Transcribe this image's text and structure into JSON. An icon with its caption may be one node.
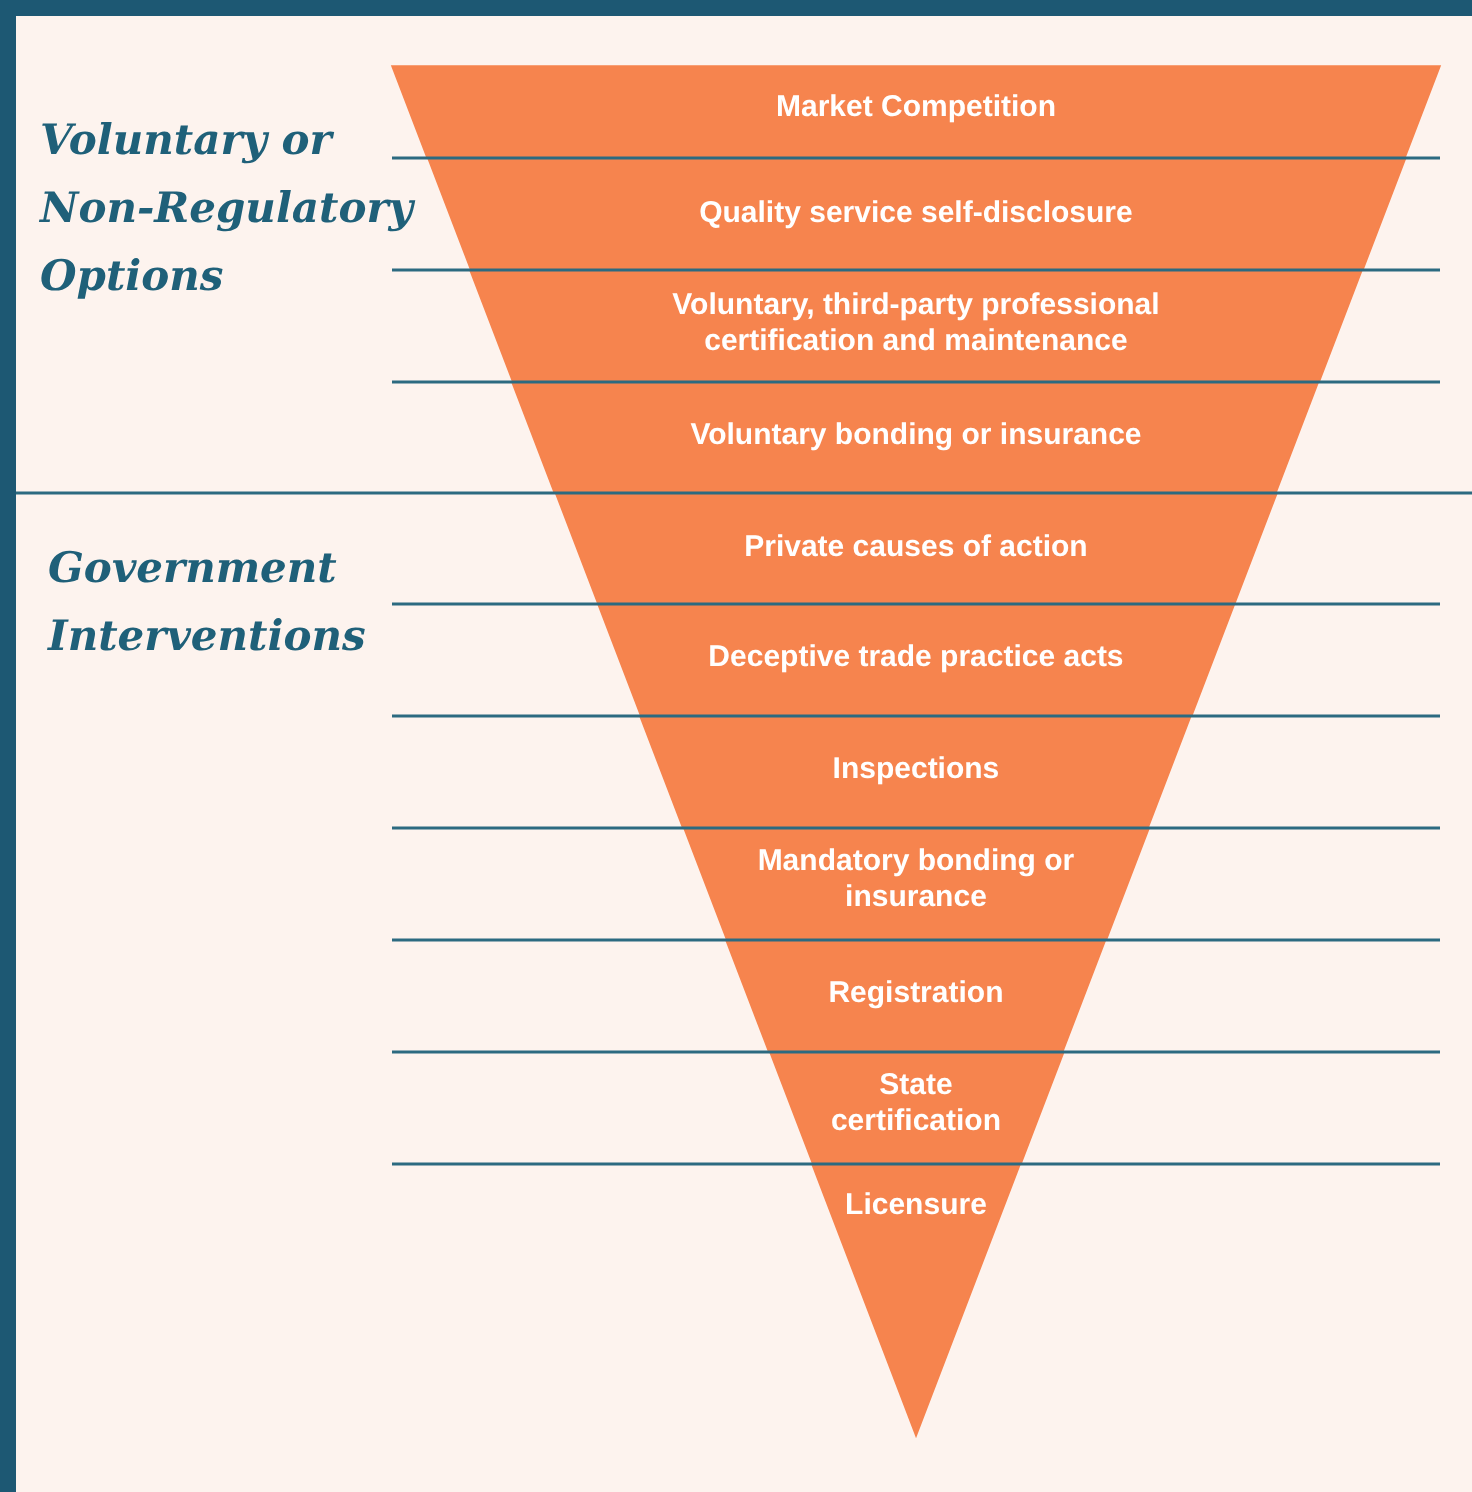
{
  "diagram": {
    "nodes": [
      {
        "text": [
          "Voluntary or Non-Regulatory Options"
        ]
      },
      {
        "text": [
          "Market Competition"
        ],
        "in": 0
      },
      {
        "text": [
          "Quality service self-disclosure"
        ],
        "in": 0
      },
      {
        "text": [
          "Voluntary, third-party professional certification and maintenance"
        ],
        "in": 0
      },
      {
        "text": [
          "Voluntary bonding or insurance"
        ],
        "in": 0
      },
      {
        "text": [
          "Government Interventions"
        ]
      },
      {
        "text": [
          "Private causes of action"
        ],
        "in": 5
      },
      {
        "text": [
          "Deceptive trade practice acts"
        ],
        "in": 5
      },
      {
        "text": [
          "Inspections"
        ],
        "in": 5
      },
      {
        "text": [
          "Mandatory bonding or insurance"
        ],
        "in": 5
      },
      {
        "text": [
          "Registration"
        ],
        "in": 5
      },
      {
        "text": [
          "State certification"
        ],
        "in": 5
      },
      {
        "text": [
          "Licensure"
        ],
        "in": 5
      }
    ]
  }
}
